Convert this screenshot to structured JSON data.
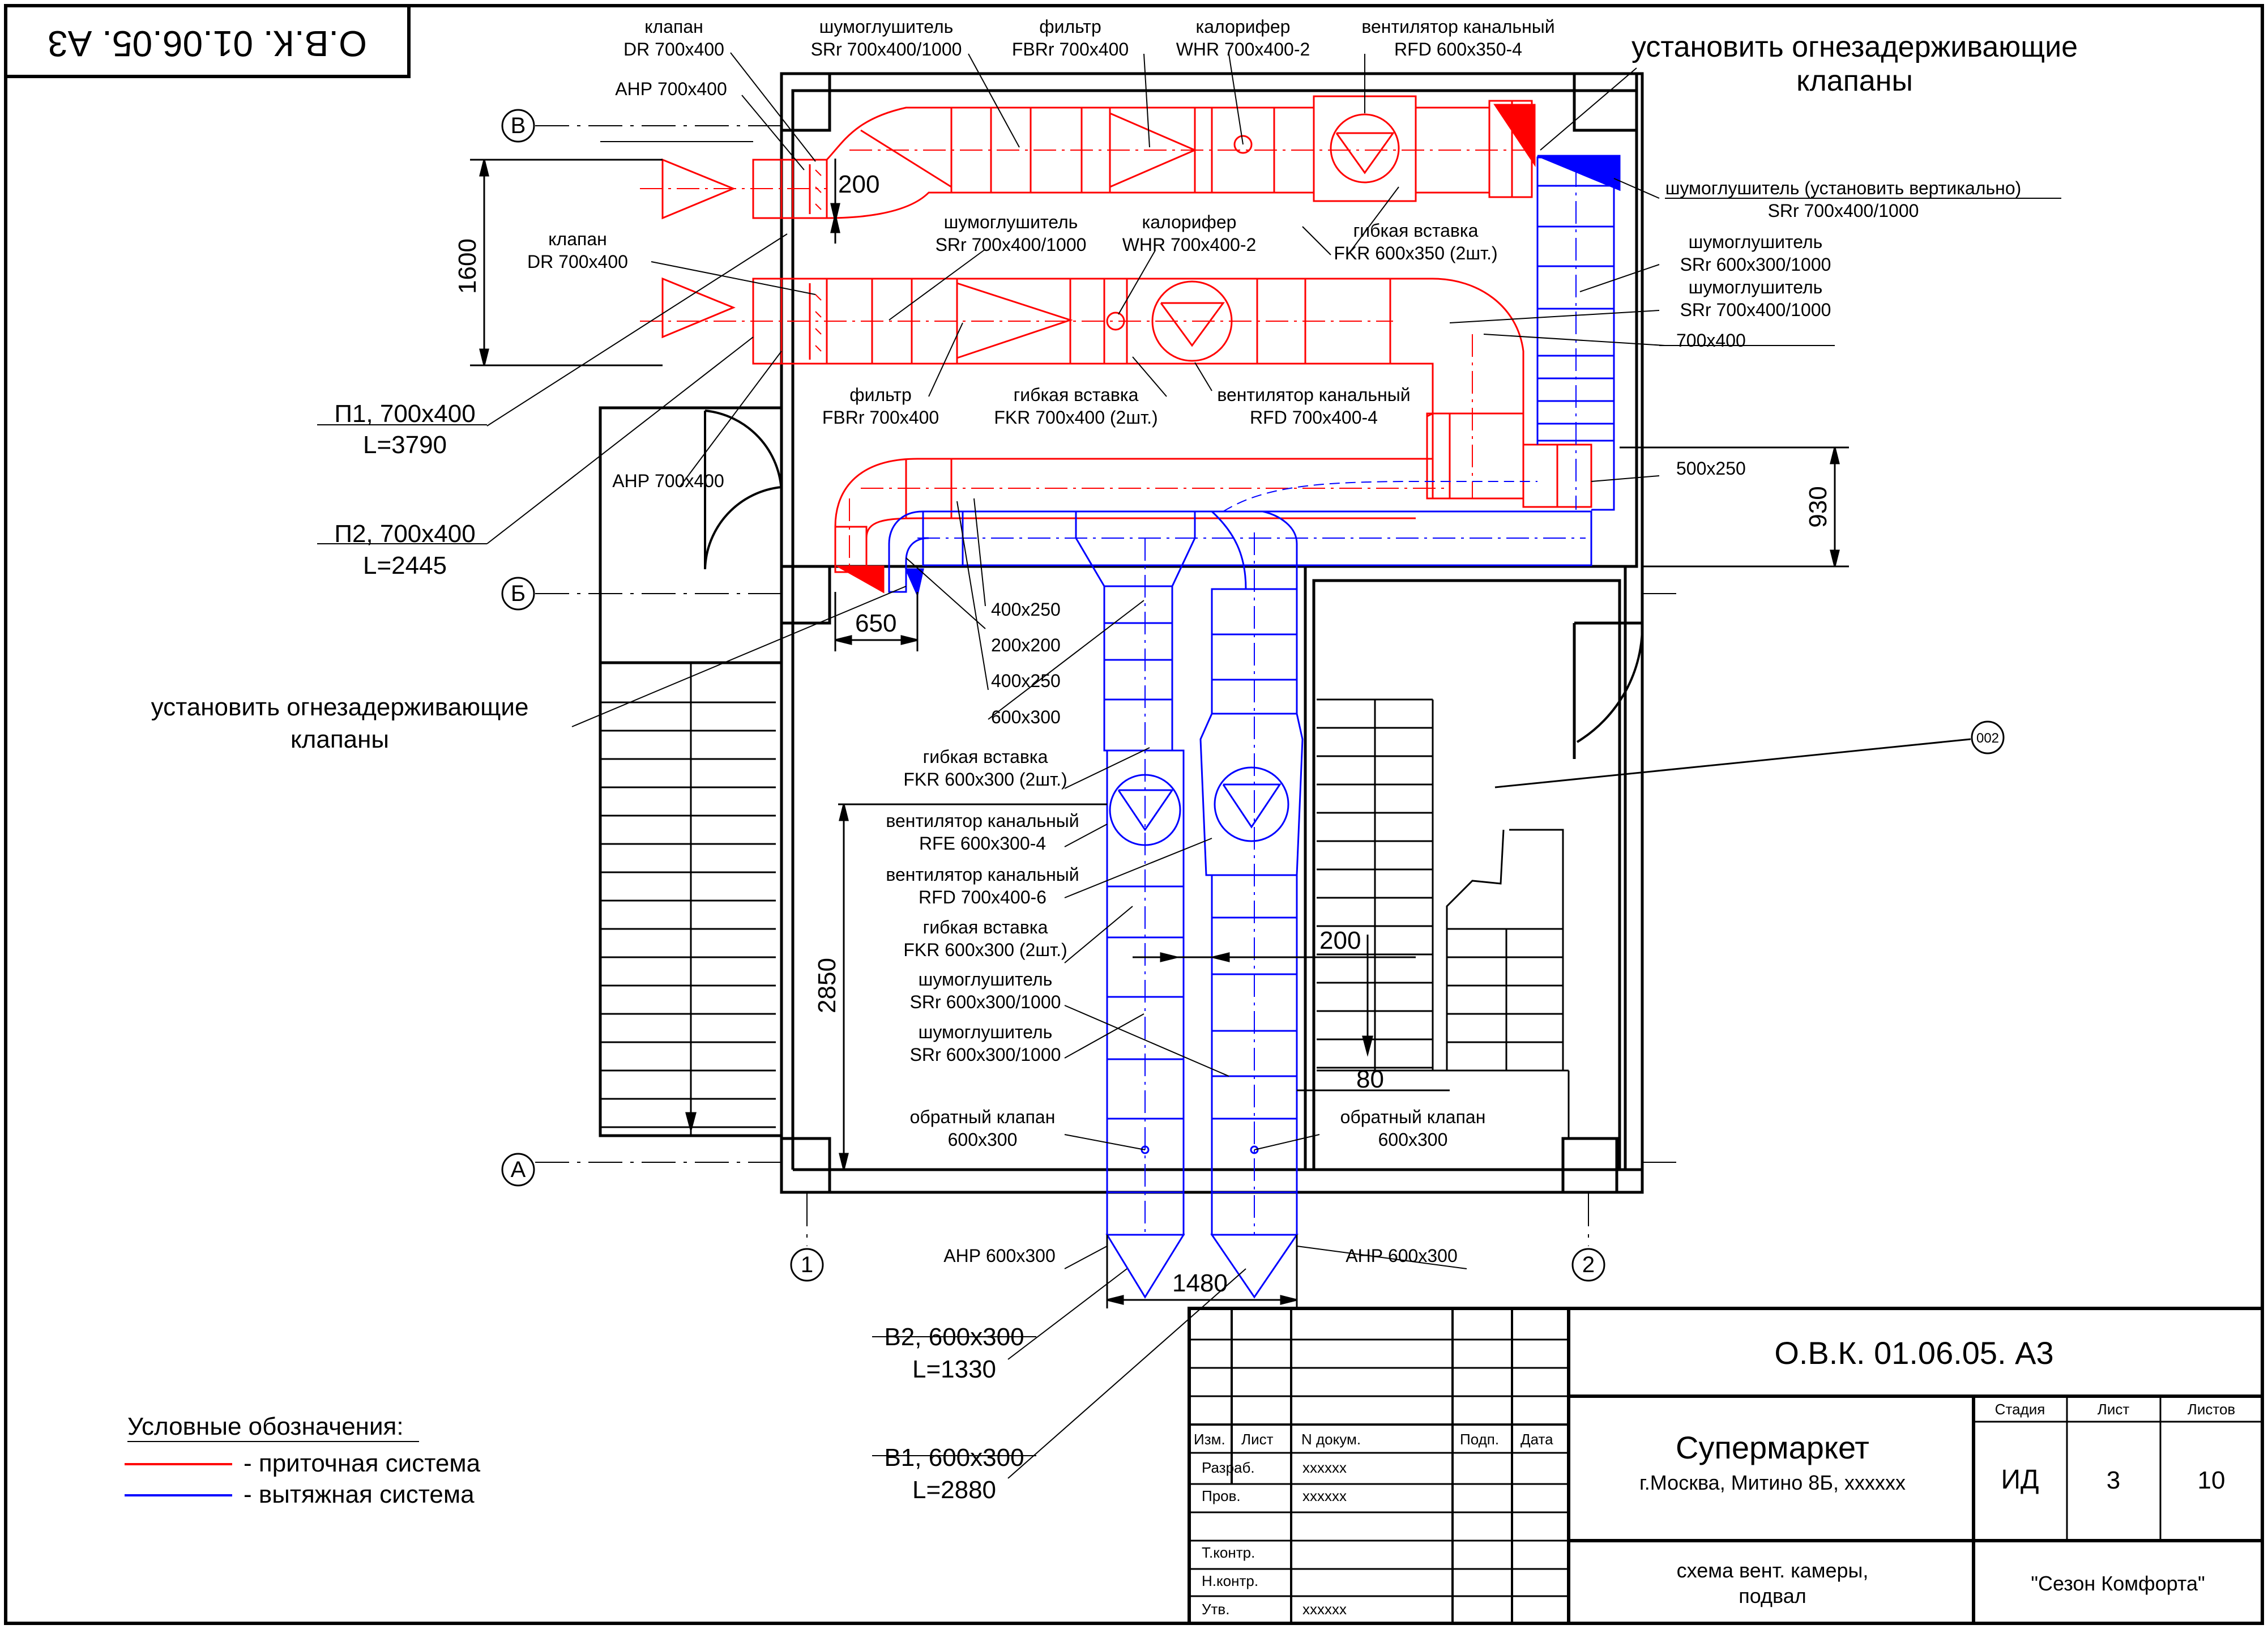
{
  "stamp": "О.В.К. 01.06.05. А3",
  "axes": {
    "v": "В",
    "b": "Б",
    "a": "А",
    "c1": "1",
    "c2": "2"
  },
  "dims": {
    "d200_top": "200",
    "d1600": "1600",
    "d930": "930",
    "d650": "650",
    "d2850": "2850",
    "d200_right": "200",
    "d80": "80",
    "d1480": "1480"
  },
  "callout": "002",
  "labels": {
    "klapan_top": [
      "клапан",
      "DR 700x400"
    ],
    "ahp_top": "АНР 700х400",
    "shum_top": [
      "шумоглушитель",
      "SRr 700x400/1000"
    ],
    "filtr_top": [
      "фильтр",
      "FBRr 700x400"
    ],
    "kalorifer_top": [
      "калорифер",
      "WHR 700x400-2"
    ],
    "vent_top": [
      "вентилятор канальный",
      "RFD 600x350-4"
    ],
    "fire_top": [
      "установить огнезадерживающие",
      "клапаны"
    ],
    "klapan_left": [
      "клапан",
      "DR 700x400"
    ],
    "shum_mid": [
      "шумоглушитель",
      "SRr 700x400/1000"
    ],
    "kalorifer_mid": [
      "калорифер",
      "WHR 700x400-2"
    ],
    "gibk_top": [
      "гибкая вставка",
      "FKR 600x350 (2шт.)"
    ],
    "shum_vert": [
      "шумоглушитель (установить вертикально)",
      "SRr 700x400/1000"
    ],
    "shum_r1": [
      "шумоглушитель",
      "SRr 600x300/1000"
    ],
    "shum_r2": [
      "шумоглушитель",
      "SRr 700x400/1000"
    ],
    "duct_700x400": "700x400",
    "filtr_mid": [
      "фильтр",
      "FBRr 700x400"
    ],
    "gibk_mid": [
      "гибкая вставка",
      "FKR 700x400 (2шт.)"
    ],
    "vent_mid": [
      "вентилятор канальный",
      "RFD 700x400-4"
    ],
    "p1": [
      "П1, 700х400",
      "L=3790"
    ],
    "p2": [
      "П2, 700х400",
      "L=2445"
    ],
    "ahp_left": "АНР 700х400",
    "duct_500x250": "500x250",
    "fire_left": [
      "установить огнезадерживающие",
      "клапаны"
    ],
    "d400x250a": "400x250",
    "d200x200": "200x200",
    "d400x250b": "400x250",
    "d600x300": "600x300",
    "gibk_low1": [
      "гибкая вставка",
      "FKR 600x300 (2шт.)"
    ],
    "vent_rfe": [
      "вентилятор канальный",
      "RFE 600x300-4"
    ],
    "vent_rfd": [
      "вентилятор канальный",
      "RFD 700x400-6"
    ],
    "gibk_low2": [
      "гибкая вставка",
      "FKR 600x300 (2шт.)"
    ],
    "shum_low1": [
      "шумоглушитель",
      "SRr 600x300/1000"
    ],
    "shum_low2": [
      "шумоглушитель",
      "SRr 600x300/1000"
    ],
    "obr_left": [
      "обратный клапан",
      "600x300"
    ],
    "obr_right": [
      "обратный клапан",
      "600x300"
    ],
    "ahp_b_left": "АНР 600х300",
    "ahp_b_right": "АНР 600х300",
    "b2": [
      "В2, 600х300",
      "L=1330"
    ],
    "b1": [
      "В1, 600х300",
      "L=2880"
    ]
  },
  "legend": {
    "title": "Условные обозначения:",
    "supply": "- приточная система",
    "exhaust": "- вытяжная система",
    "supply_color": "#ff0000",
    "exhaust_color": "#0000ff"
  },
  "title_block": {
    "code": "О.В.К. 01.06.05. А3",
    "h_izm": "Изм.",
    "h_list": "Лист",
    "h_ndok": "N докум.",
    "h_podp": "Подп.",
    "h_data": "Дата",
    "r_razrab": "Разраб.",
    "r_prov": "Пров.",
    "r_tkontr": "Т.контр.",
    "r_nkontr": "Н.контр.",
    "r_utv": "Утв.",
    "v_razrab": "xxxxxx",
    "v_prov": "xxxxxx",
    "v_utv": "xxxxxx",
    "project": "Супермаркет",
    "address": "г.Москва, Митино 8Б, xxxxxx",
    "sheet_title_1": "схема вент. камеры,",
    "sheet_title_2": "подвал",
    "h_stage": "Стадия",
    "h_sheet": "Лист",
    "h_sheets": "Листов",
    "stage": "ИД",
    "sheet": "3",
    "sheets": "10",
    "company": "\"Сезон Комфорта\""
  }
}
